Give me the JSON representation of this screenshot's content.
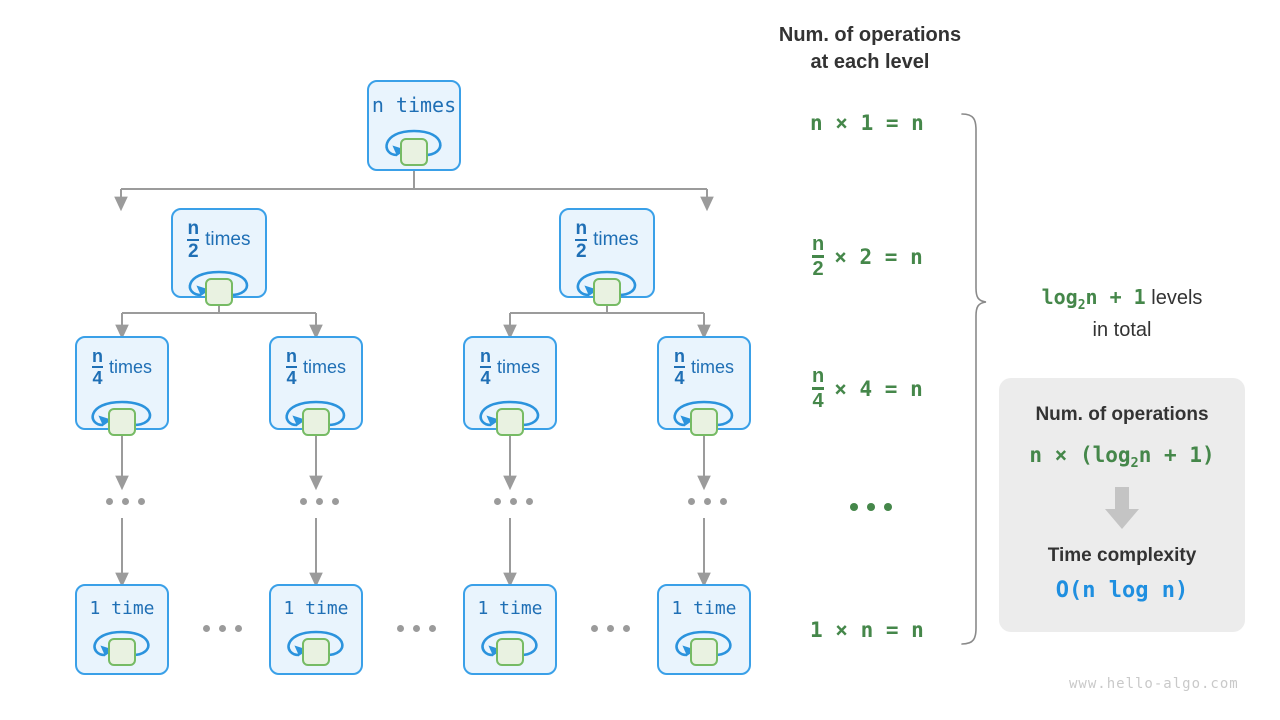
{
  "diagram": {
    "watermark": "www.hello-algo.com",
    "colors": {
      "node_fill": "#e9f4fd",
      "node_border": "#3aa0e8",
      "inner_fill": "#e9f2e1",
      "inner_border": "#76bb64",
      "edge": "#9b9b9b",
      "green_text": "#45874a",
      "blue_text": "#1f8fe0",
      "dark_text": "#333333",
      "card_bg": "#ececec"
    },
    "tree": {
      "levels": [
        {
          "id": "level-0",
          "nodes": [
            {
              "numerator": "",
              "denominator": "",
              "count": "n",
              "unit": "times",
              "plain": "n times"
            }
          ]
        },
        {
          "id": "level-1",
          "nodes": [
            {
              "numerator": "n",
              "denominator": "2",
              "count": "",
              "unit": "times",
              "plain": "n/2 times"
            },
            {
              "numerator": "n",
              "denominator": "2",
              "count": "",
              "unit": "times",
              "plain": "n/2 times"
            }
          ]
        },
        {
          "id": "level-2",
          "nodes": [
            {
              "numerator": "n",
              "denominator": "4",
              "count": "",
              "unit": "times",
              "plain": "n/4 times"
            },
            {
              "numerator": "n",
              "denominator": "4",
              "count": "",
              "unit": "times",
              "plain": "n/4 times"
            },
            {
              "numerator": "n",
              "denominator": "4",
              "count": "",
              "unit": "times",
              "plain": "n/4 times"
            },
            {
              "numerator": "n",
              "denominator": "4",
              "count": "",
              "unit": "times",
              "plain": "n/4 times"
            }
          ]
        },
        {
          "id": "level-last",
          "nodes": [
            {
              "numerator": "",
              "denominator": "",
              "count": "1",
              "unit": "time",
              "plain": "1 time"
            },
            {
              "numerator": "",
              "denominator": "",
              "count": "1",
              "unit": "time",
              "plain": "1 time"
            },
            {
              "numerator": "",
              "denominator": "",
              "count": "1",
              "unit": "time",
              "plain": "1 time"
            },
            {
              "numerator": "",
              "denominator": "",
              "count": "1",
              "unit": "time",
              "plain": "1 time"
            }
          ]
        }
      ],
      "vertical_ellipsis_label": "...",
      "horizontal_ellipsis_label": "..."
    },
    "operations_column": {
      "title_line1": "Num. of operations",
      "title_line2": "at each level",
      "rows": [
        {
          "numerator": "",
          "denominator": "",
          "expr": "n × 1 = n"
        },
        {
          "numerator": "n",
          "denominator": "2",
          "expr": "× 2 = n"
        },
        {
          "numerator": "n",
          "denominator": "4",
          "expr": "× 4 = n"
        },
        {
          "numerator": "",
          "denominator": "",
          "expr": "..."
        },
        {
          "numerator": "",
          "denominator": "",
          "expr": "1 × n = n"
        }
      ]
    },
    "levels_note": {
      "formula_prefix": "log",
      "formula_sub": "2",
      "formula_suffix": "n + 1",
      "text_after": " levels",
      "text_line2": "in total"
    },
    "summary_card": {
      "caption_top": "Num. of operations",
      "expr_top_prefix": "n × (log",
      "expr_top_sub": "2",
      "expr_top_suffix": "n + 1)",
      "arrow": "down-arrow-icon",
      "caption_bottom": "Time complexity",
      "expr_bottom": "O(n log n)"
    }
  }
}
